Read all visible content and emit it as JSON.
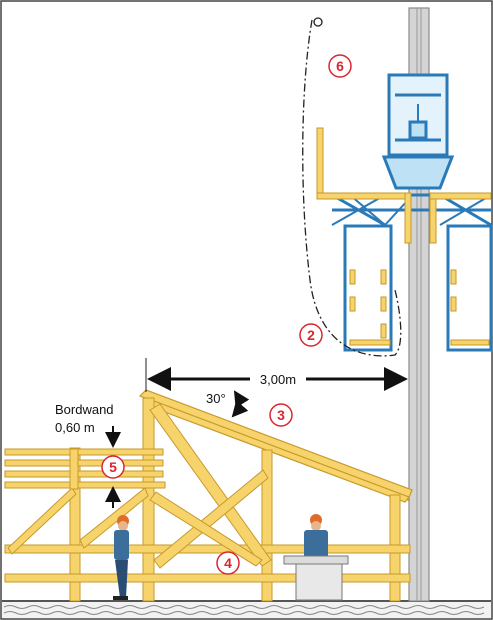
{
  "labels": {
    "bordwand_line1": "Bordwand",
    "bordwand_line2": "0,60 m",
    "distance": "3,00m",
    "angle": "30°"
  },
  "callouts": [
    "2",
    "3",
    "4",
    "5",
    "6"
  ],
  "colors": {
    "timber": "#f7d36b",
    "timber_edge": "#c79a2a",
    "steel_frame": "#2a7ab8",
    "steel_fill": "#bfe1f5",
    "mast": "#cfcfcf",
    "callout": "#d8272e",
    "ground": "#9a9a9a"
  }
}
